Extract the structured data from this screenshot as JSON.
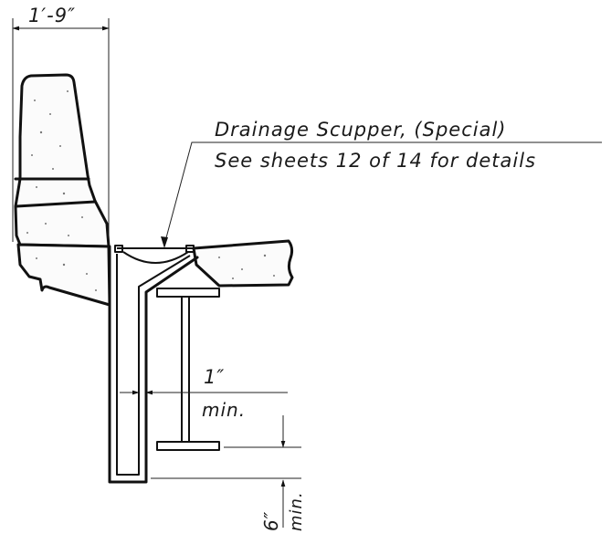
{
  "dimensions": {
    "barrier_width": "1′-9″",
    "clearance_value": "1″",
    "clearance_min": "min.",
    "projection_value": "6″",
    "projection_min": "min."
  },
  "callout": {
    "line1": "Drainage Scupper, (Special)",
    "line2": "See sheets 12 of 14 for details"
  },
  "colors": {
    "linework": "#111111",
    "background": "#ffffff"
  }
}
